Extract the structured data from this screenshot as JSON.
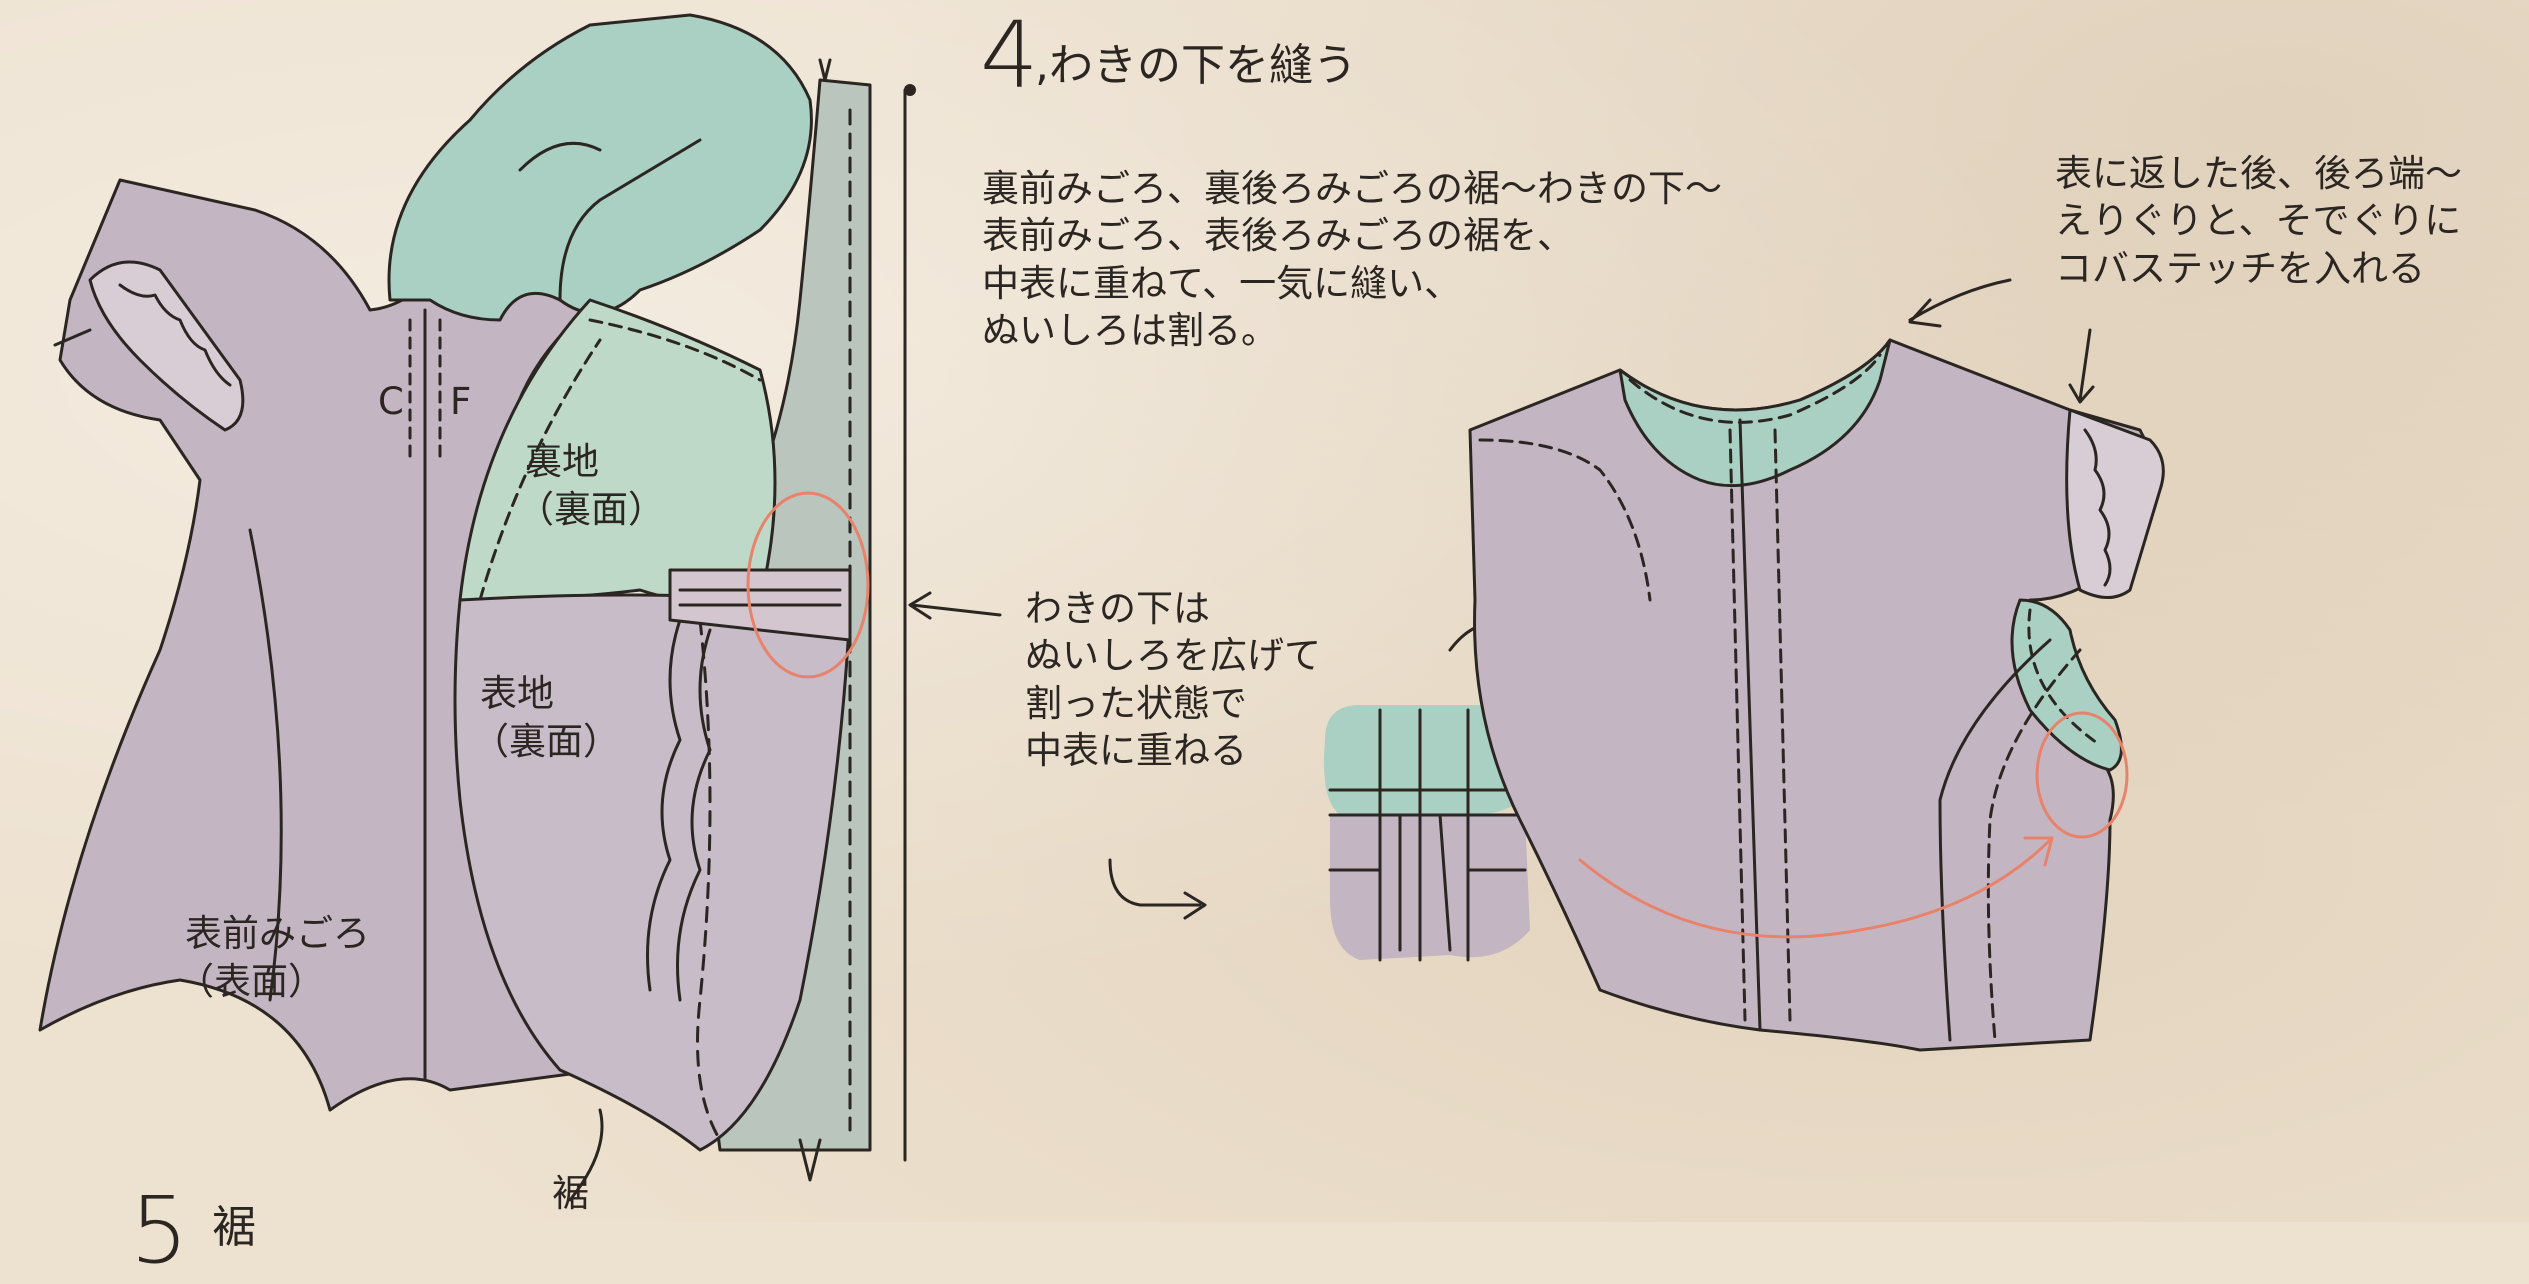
{
  "step4": {
    "number": "4",
    "title": ",わきの下を縫う",
    "instructions": [
      "裏前みごろ、裏後ろみごろの裾〜わきの下〜",
      "表前みごろ、表後ろみごろの裾を、",
      "中表に重ねて、一気に縫い、",
      "ぬいしろは割る。"
    ]
  },
  "step5": {
    "number": "5",
    "title": "裾"
  },
  "left_figure": {
    "cf_c": "C",
    "cf_f": "F",
    "lining_label": [
      "裏地",
      "（裏面）"
    ],
    "outer_label": [
      "表地",
      "（裏面）"
    ],
    "front_label": [
      "表前みごろ",
      "（表面）"
    ],
    "hem_label": "裾"
  },
  "middle_note": [
    "わきの下は",
    "ぬいしろを広げて",
    "割った状態で",
    "中表に重ねる"
  ],
  "right_note": [
    "表に返した後、後ろ端〜",
    "えりぐりと、そでぐりに",
    "コバステッチを入れる"
  ],
  "colors": {
    "paper": "#ede1cf",
    "fabric_outer": "#c3b6c2",
    "fabric_lining": "#a9d0c3",
    "ink": "#2b2622",
    "highlight": "#e8826b"
  }
}
